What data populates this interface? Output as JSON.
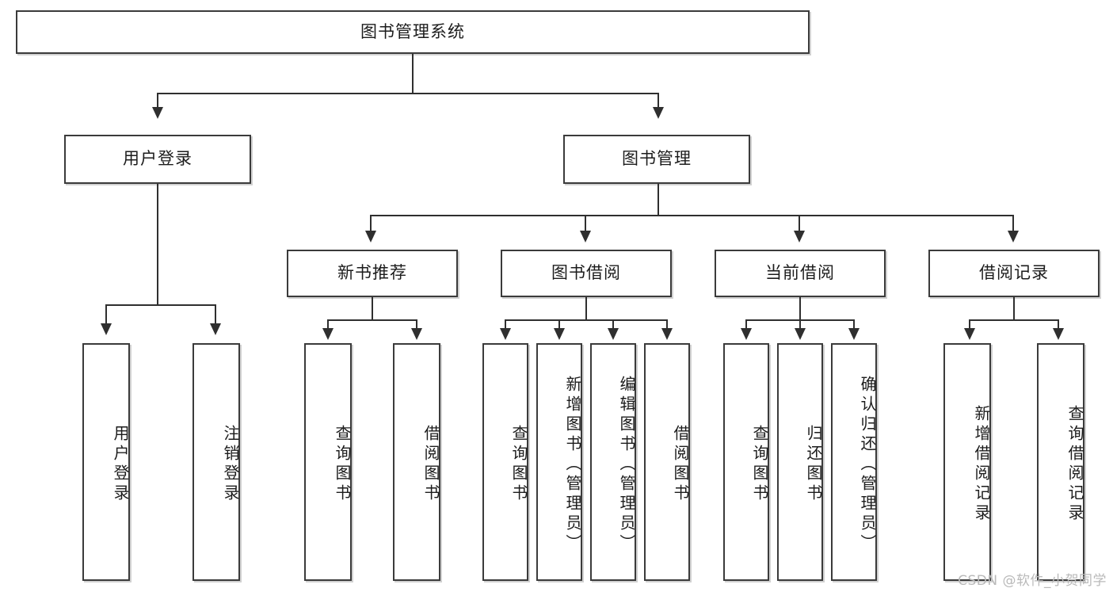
{
  "diagram": {
    "title": "图书管理系统",
    "type": "tree-hierarchy",
    "watermark": "CSDN @软件_小贺同学",
    "colors": {
      "box_border": "#3b3b3b",
      "connector": "#2f2f2f",
      "text": "#1c1c1c",
      "background": "#ffffff",
      "watermark": "#b9b9b9"
    }
  },
  "nodes": {
    "root": {
      "label": "图书管理系统"
    },
    "level2": [
      {
        "label": "用户登录"
      },
      {
        "label": "图书管理"
      }
    ],
    "level3": [
      {
        "label": "新书推荐"
      },
      {
        "label": "图书借阅"
      },
      {
        "label": "当前借阅"
      },
      {
        "label": "借阅记录"
      }
    ],
    "leaves": {
      "user_login": [
        {
          "label": "用户登录"
        },
        {
          "label": "注销登录"
        }
      ],
      "new_book": [
        {
          "label": "查询图书"
        },
        {
          "label": "借阅图书"
        }
      ],
      "book_borrow": [
        {
          "label": "查询图书"
        },
        {
          "label": "新增图书（管理员）"
        },
        {
          "label": "编辑图书（管理员）"
        },
        {
          "label": "借阅图书"
        }
      ],
      "current_borrow": [
        {
          "label": "查询图书"
        },
        {
          "label": "归还图书"
        },
        {
          "label": "确认归还（管理员）"
        }
      ],
      "borrow_record": [
        {
          "label": "新增借阅记录"
        },
        {
          "label": "查询借阅记录"
        }
      ]
    }
  }
}
